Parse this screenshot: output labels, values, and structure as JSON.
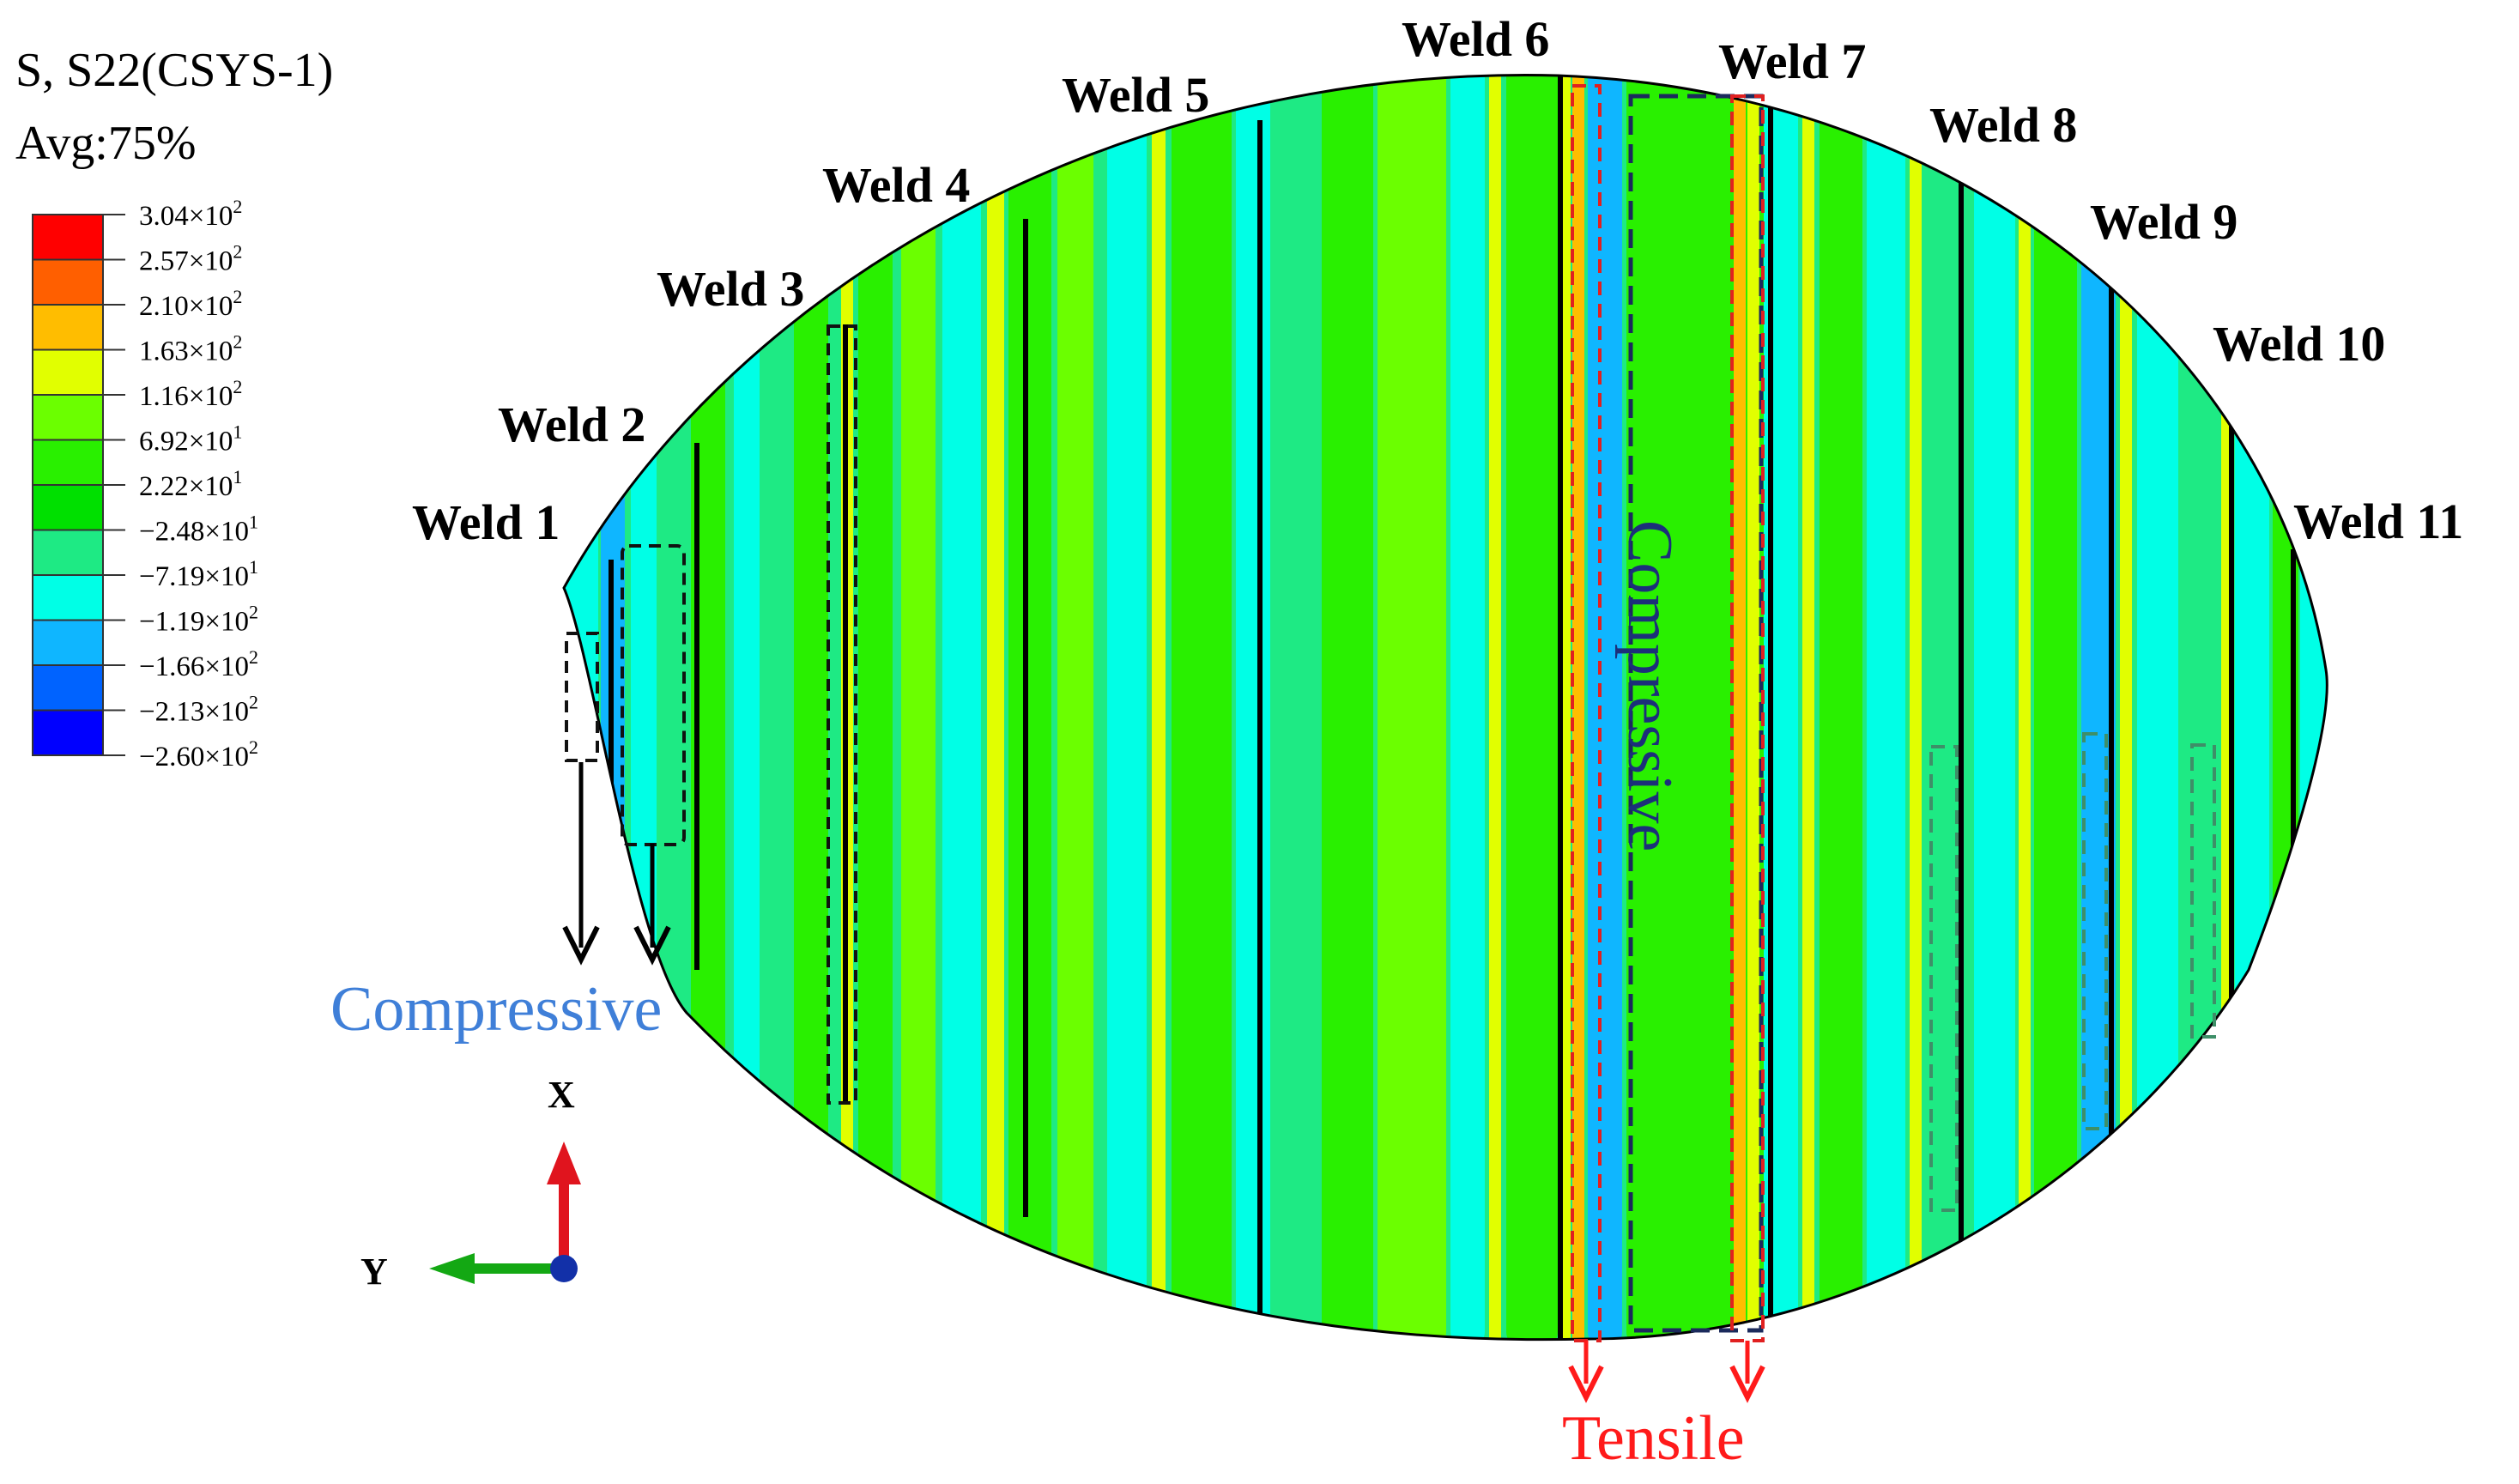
{
  "legend": {
    "title": "S, S22(CSYS-1)",
    "subtitle": "Avg:75%",
    "colors": [
      "#ff0000",
      "#ff5f00",
      "#ffbd00",
      "#e1ff00",
      "#6bff00",
      "#29f000",
      "#00e000",
      "#1eea84",
      "#00ffe6",
      "#0fb6ff",
      "#0063ff",
      "#0000ff"
    ],
    "ticks": [
      {
        "mant": "3.04",
        "exp": "2"
      },
      {
        "mant": "2.57",
        "exp": "2"
      },
      {
        "mant": "2.10",
        "exp": "2"
      },
      {
        "mant": "1.63",
        "exp": "2"
      },
      {
        "mant": "1.16",
        "exp": "2"
      },
      {
        "mant": "6.92",
        "exp": "1"
      },
      {
        "mant": "2.22",
        "exp": "1"
      },
      {
        "mant": "−2.48",
        "exp": "1"
      },
      {
        "mant": "−7.19",
        "exp": "1"
      },
      {
        "mant": "−1.19",
        "exp": "2"
      },
      {
        "mant": "−1.66",
        "exp": "2"
      },
      {
        "mant": "−2.13",
        "exp": "2"
      },
      {
        "mant": "−2.60",
        "exp": "2"
      }
    ]
  },
  "welds": [
    "Weld 1",
    "Weld 2",
    "Weld 3",
    "Weld 4",
    "Weld 5",
    "Weld 6",
    "Weld 7",
    "Weld 8",
    "Weld 9",
    "Weld 10",
    "Weld 11"
  ],
  "annotations": {
    "compressive_left": "Compressive",
    "compressive_center": "Compressive",
    "tensile": "Tensile"
  },
  "axes": {
    "x": "X",
    "y": "Y"
  },
  "colors": {
    "compressive_left": "#3f7fd8",
    "compressive_center": "#1c2f7a",
    "tensile": "#ff1a1a",
    "arrow_x": "#e0141e",
    "arrow_y": "#13a813",
    "origin": "#1230a8"
  },
  "icons": {
    "origin": "triad-origin-icon"
  }
}
